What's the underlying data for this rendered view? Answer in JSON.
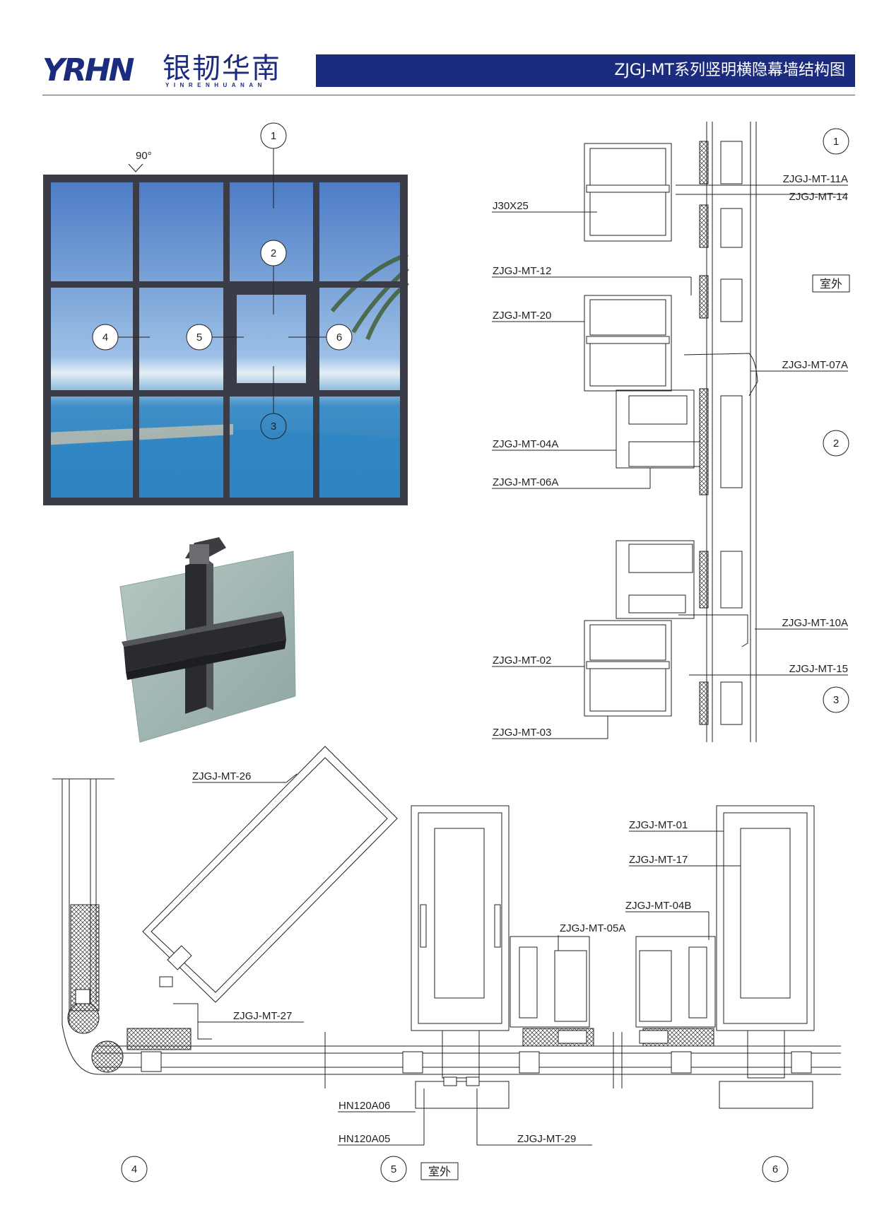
{
  "header": {
    "logo_mark": "YRHN",
    "logo_cn": "银韧华南",
    "logo_en": "YINRENHUANAN",
    "title": "ZJGJ-MT系列竖明横隐幕墙结构图",
    "bar_color": "#1b2c7e"
  },
  "elevation": {
    "angle_label": "90°",
    "markers": [
      "1",
      "2",
      "3",
      "4",
      "5",
      "6"
    ]
  },
  "section_vertical": {
    "markers": [
      "1",
      "2",
      "3"
    ],
    "outside_label": "室外",
    "labels": {
      "mt11a": "ZJGJ-MT-11A",
      "mt14": "ZJGJ-MT-14",
      "j30x25": "J30X25",
      "mt12": "ZJGJ-MT-12",
      "mt20": "ZJGJ-MT-20",
      "mt07a": "ZJGJ-MT-07A",
      "mt04a": "ZJGJ-MT-04A",
      "mt06a": "ZJGJ-MT-06A",
      "mt10a": "ZJGJ-MT-10A",
      "mt02": "ZJGJ-MT-02",
      "mt15": "ZJGJ-MT-15",
      "mt03": "ZJGJ-MT-03"
    }
  },
  "section_horizontal": {
    "markers": [
      "4",
      "5",
      "6"
    ],
    "outside_label": "室外",
    "labels": {
      "mt26": "ZJGJ-MT-26",
      "mt27": "ZJGJ-MT-27",
      "hn06": "HN120A06",
      "hn05": "HN120A05",
      "mt29": "ZJGJ-MT-29",
      "mt01": "ZJGJ-MT-01",
      "mt17": "ZJGJ-MT-17",
      "mt04b": "ZJGJ-MT-04B",
      "mt05a": "ZJGJ-MT-05A"
    }
  }
}
